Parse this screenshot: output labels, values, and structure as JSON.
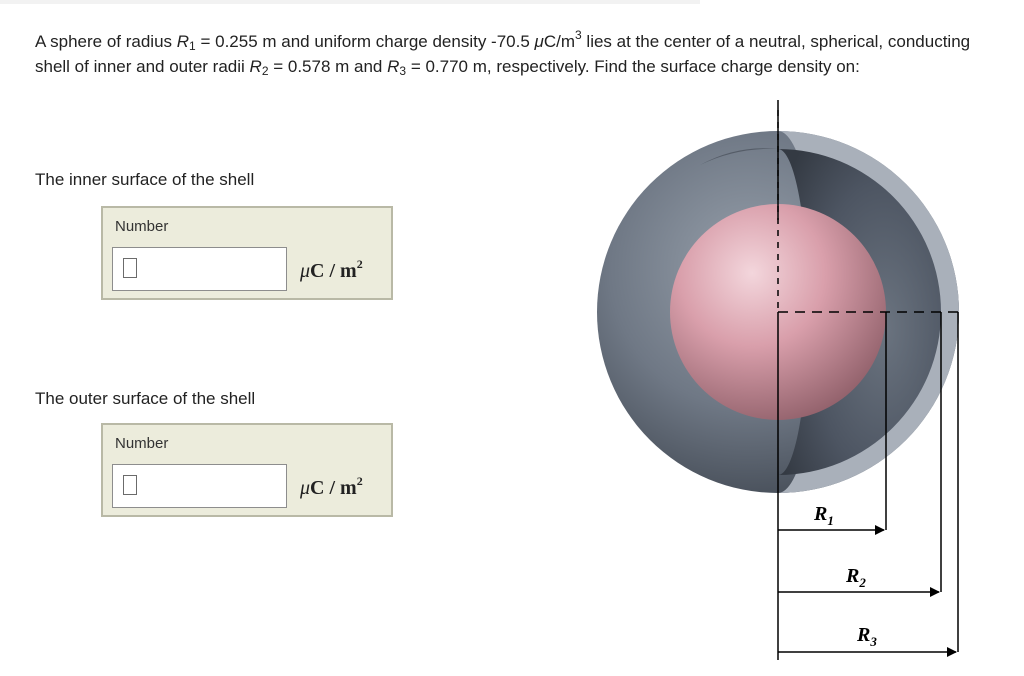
{
  "problem": {
    "part1": "A sphere of radius ",
    "r1_sym": "R",
    "r1_sub": "1",
    "part2": " = 0.255 m and uniform charge density -70.5 ",
    "mu": "μ",
    "part3": "C/m",
    "cube": "3",
    "part4": " lies at the center of a neutral, spherical, conducting shell of inner and outer radii ",
    "r2_sym": "R",
    "r2_sub": "2",
    "part5": " = 0.578 m and ",
    "r3_sym": "R",
    "r3_sub": "3",
    "part6": " = 0.770 m, respectively. Find the surface charge density on:"
  },
  "questions": [
    {
      "label": "The inner surface of the shell",
      "box_title": "Number",
      "value": "",
      "unit_mu": "μ",
      "unit_text": "C / m",
      "unit_exp": "2"
    },
    {
      "label": "The outer surface of the shell",
      "box_title": "Number",
      "value": "",
      "unit_mu": "μ",
      "unit_text": "C / m",
      "unit_exp": "2"
    }
  ],
  "figure": {
    "labels": [
      {
        "sym": "R",
        "sub": "1"
      },
      {
        "sym": "R",
        "sub": "2"
      },
      {
        "sym": "R",
        "sub": "3"
      }
    ],
    "colors": {
      "shell_outer": "#6f7885",
      "shell_inner": "#4d5562",
      "core": "#d99fab",
      "rim": "#a9b0ba"
    }
  }
}
